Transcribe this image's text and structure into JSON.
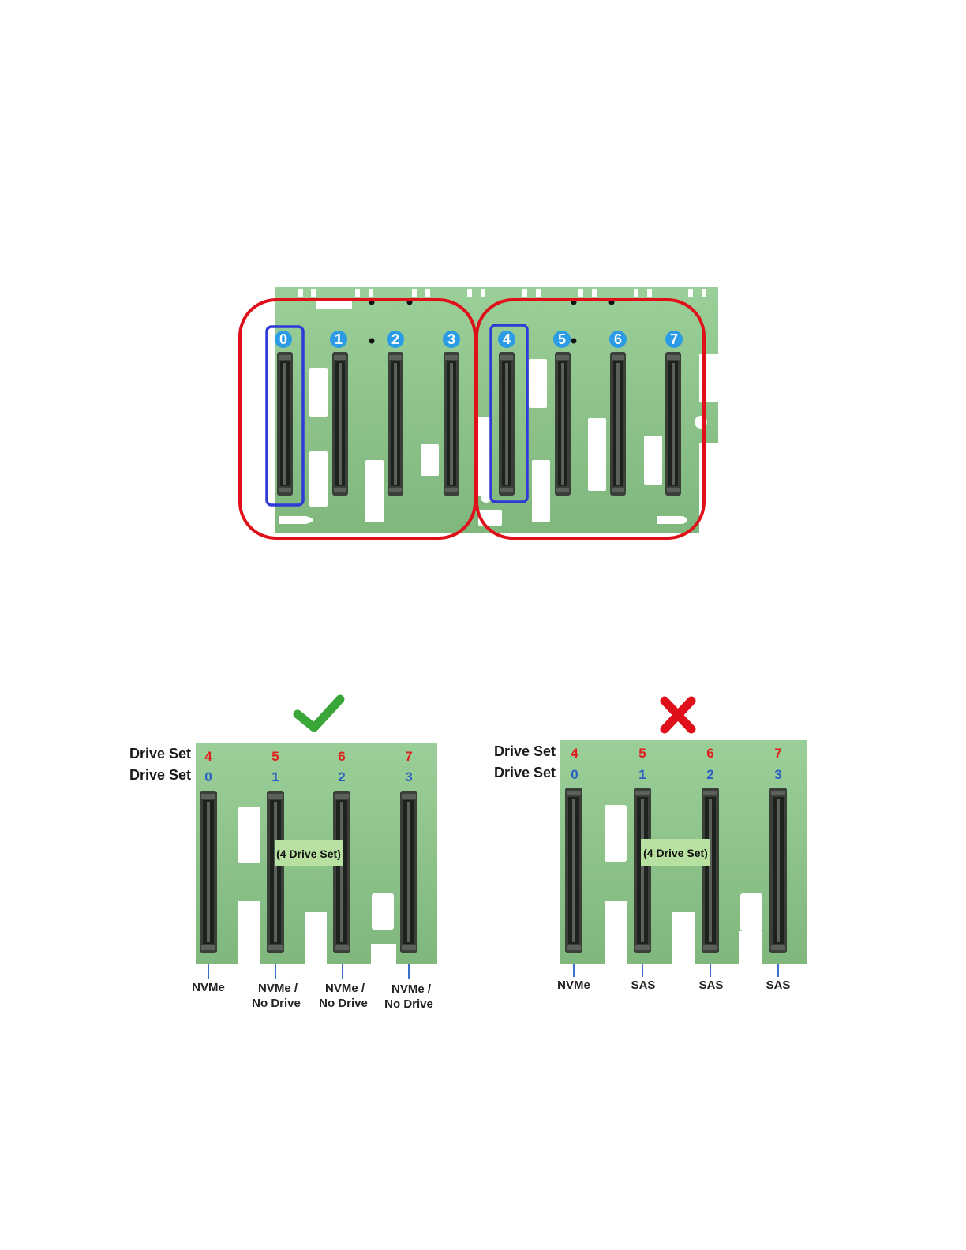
{
  "top_board": {
    "slot_numbers": [
      "0",
      "1",
      "2",
      "3",
      "4",
      "5",
      "6",
      "7"
    ]
  },
  "valid_example": {
    "status_icon": "checkmark-icon",
    "row_label_a": "Drive Set",
    "row_label_b": "Drive Set",
    "set_a_numbers": [
      "4",
      "5",
      "6",
      "7"
    ],
    "set_b_numbers": [
      "0",
      "1",
      "2",
      "3"
    ],
    "group_tag": "(4 Drive Set)",
    "drive_types": [
      {
        "line1": "NVMe",
        "line2": ""
      },
      {
        "line1": "NVMe /",
        "line2": "No Drive"
      },
      {
        "line1": "NVMe /",
        "line2": "No Drive"
      },
      {
        "line1": "NVMe /",
        "line2": "No Drive"
      }
    ]
  },
  "invalid_example": {
    "status_icon": "cross-icon",
    "row_label_a": "Drive Set",
    "row_label_b": "Drive Set",
    "set_a_numbers": [
      "4",
      "5",
      "6",
      "7"
    ],
    "set_b_numbers": [
      "0",
      "1",
      "2",
      "3"
    ],
    "group_tag": "(4 Drive Set)",
    "drive_types": [
      {
        "line1": "NVMe",
        "line2": ""
      },
      {
        "line1": "SAS",
        "line2": ""
      },
      {
        "line1": "SAS",
        "line2": ""
      },
      {
        "line1": "SAS",
        "line2": ""
      }
    ]
  },
  "colors": {
    "board": "#8fc48d",
    "board_dark": "#6fa86d",
    "group_outline": "#e0101b",
    "selected_outline": "#2f3bd6",
    "slot_badge": "#2b9be6",
    "check": "#3aa63a",
    "cross": "#e0101b"
  }
}
